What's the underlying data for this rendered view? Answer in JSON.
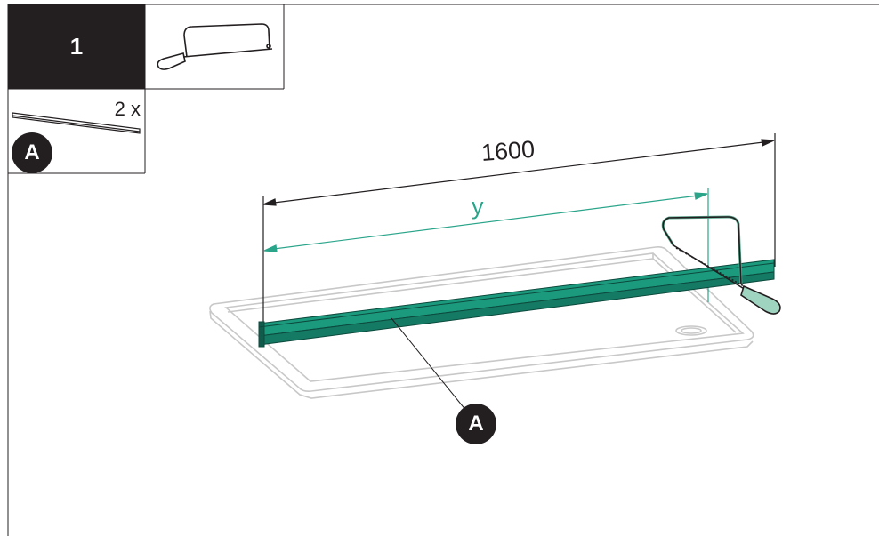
{
  "step": {
    "number": "1"
  },
  "parts": {
    "quantity": "2 x",
    "label": "A"
  },
  "dimensions": {
    "total": "1600",
    "variable": "y"
  },
  "callout": {
    "label": "A"
  },
  "icons": {
    "tool": "hacksaw-icon",
    "part": "profile-rail-icon"
  },
  "colors": {
    "accent": "#2aa58a",
    "profile": "#1a9479",
    "dark": "#231f20",
    "outline": "#c8c8c8"
  }
}
